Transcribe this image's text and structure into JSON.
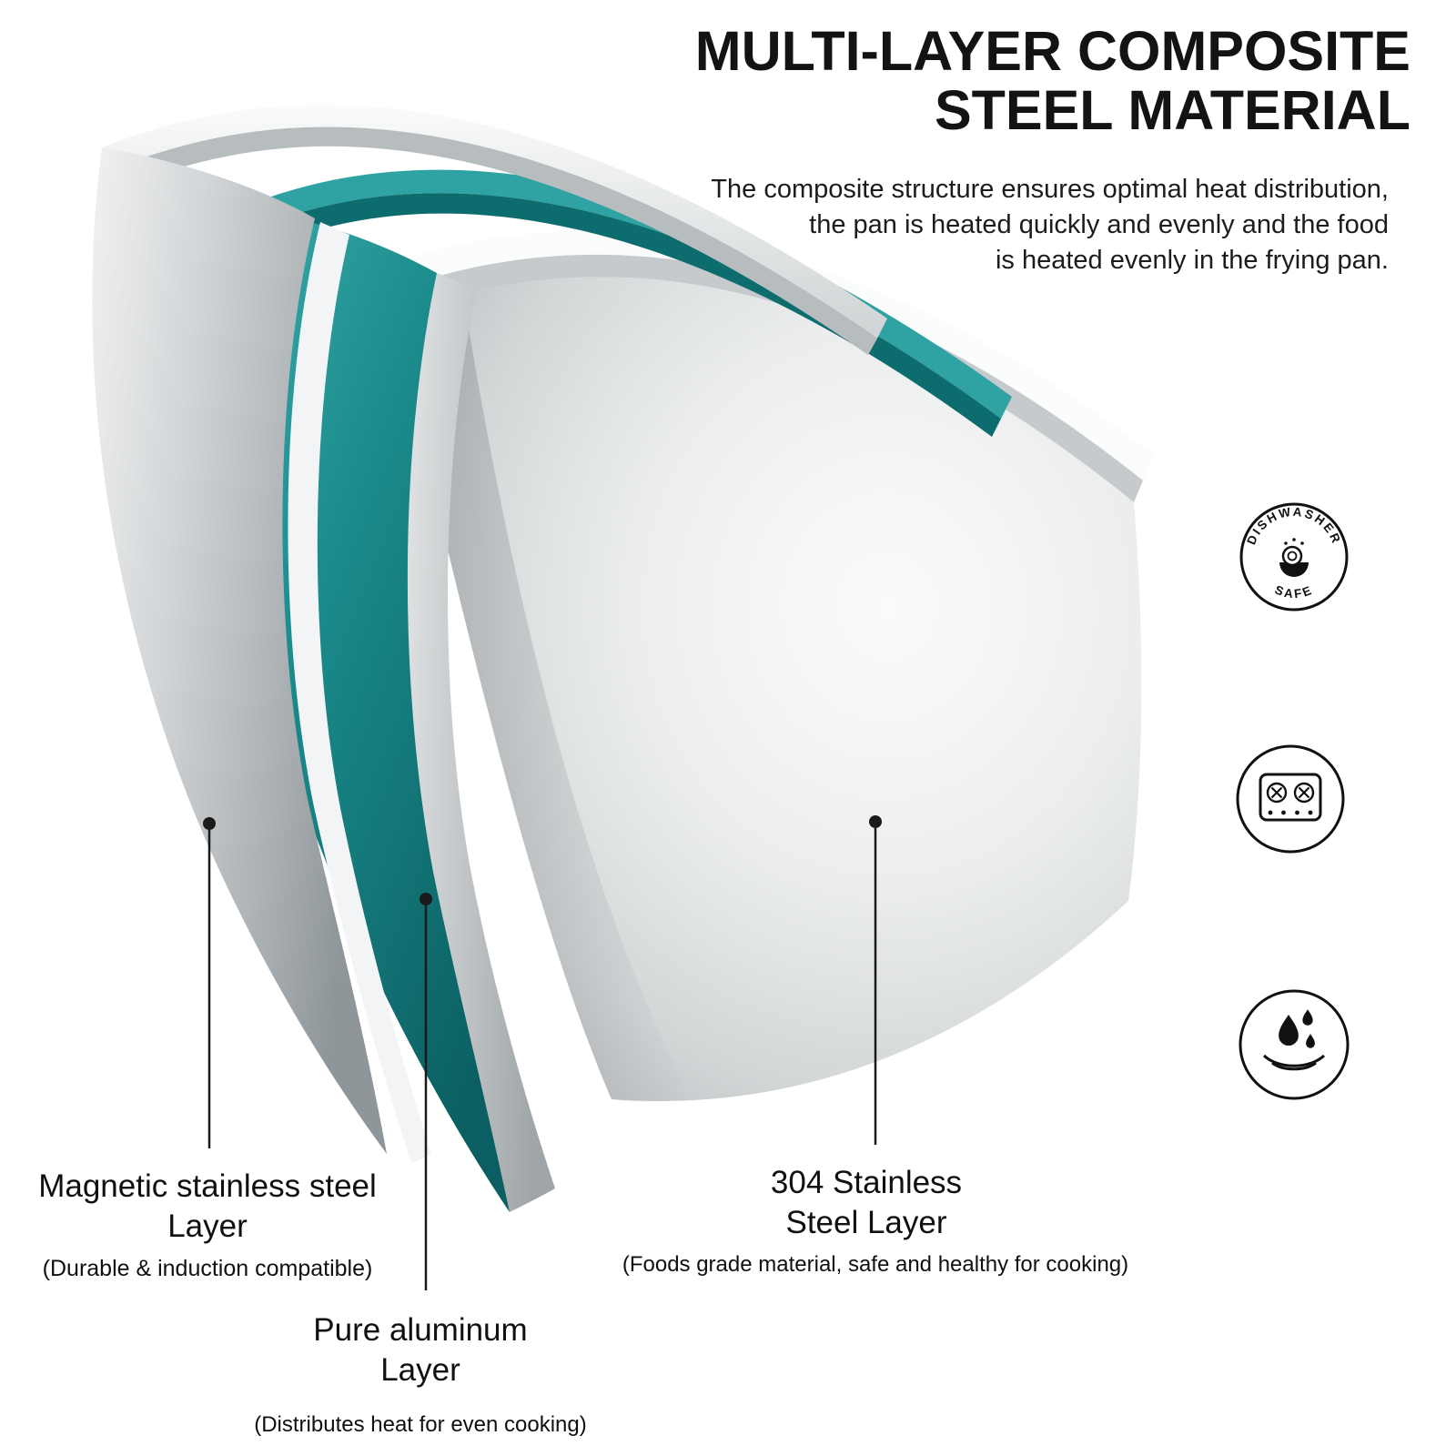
{
  "title": {
    "line1": "MULTI-LAYER COMPOSITE",
    "line2": "STEEL MATERIAL"
  },
  "subtitle": {
    "line1": "The composite structure ensures optimal heat distribution,",
    "line2": "the pan is heated quickly and evenly and the food",
    "line3": "is heated evenly in the frying pan."
  },
  "callouts": {
    "magnetic_layer": {
      "line1": "Magnetic stainless steel",
      "line2": "Layer",
      "note": "(Durable & induction compatible)"
    },
    "aluminum_layer": {
      "line1": "Pure aluminum",
      "line2": "Layer",
      "note": "(Distributes heat for even cooking)"
    },
    "steel_304_layer": {
      "line1": "304 Stainless",
      "line2": "Steel Layer",
      "note": "(Foods grade material, safe and healthy for cooking)"
    }
  },
  "badges": {
    "dishwasher": {
      "top": "DISHWASHER",
      "bottom": "SAFE"
    }
  },
  "icons": {
    "dishwasher": "dishwasher-safe-badge",
    "stove": "gas-stove-icon",
    "water": "water-drops-bowl-icon"
  },
  "colors": {
    "aluminum_teal": "#17888a",
    "steel_gray": "#c7cbcd",
    "text": "#111111"
  }
}
